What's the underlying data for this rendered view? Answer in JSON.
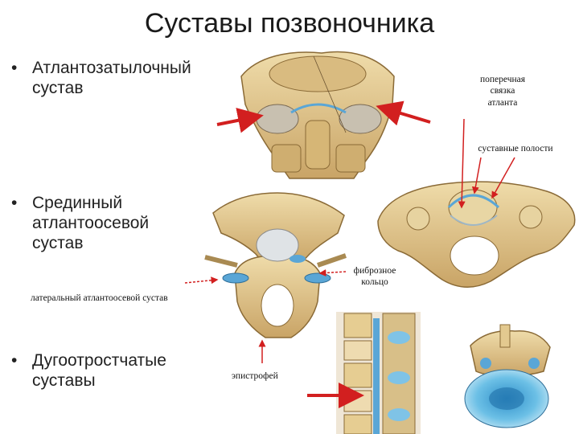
{
  "slide": {
    "title": "Суставы позвоночника",
    "bullets": [
      {
        "marker": "•",
        "text": "Атлантозатылочный\nсустав"
      },
      {
        "marker": "•",
        "text": "Срединный\nатлантоосевой\nсустав"
      },
      {
        "marker": "•",
        "text": "Дугоотростчатые\nсуставы"
      }
    ]
  },
  "labels": {
    "transverse_ligament": "поперечная\nсвязка\nатланта",
    "joint_cavities": "суставные полости",
    "fibrous_ring": "фиброзное\nкольцо",
    "lateral_joint": "латеральный атлантоосевой сустав",
    "epistropheus": "эпистрофей"
  },
  "colors": {
    "bone": "#e3c98f",
    "bone_dark": "#b7914f",
    "cartilage_blue": "#5aa6d6",
    "arrow_red": "#d21f1f"
  }
}
